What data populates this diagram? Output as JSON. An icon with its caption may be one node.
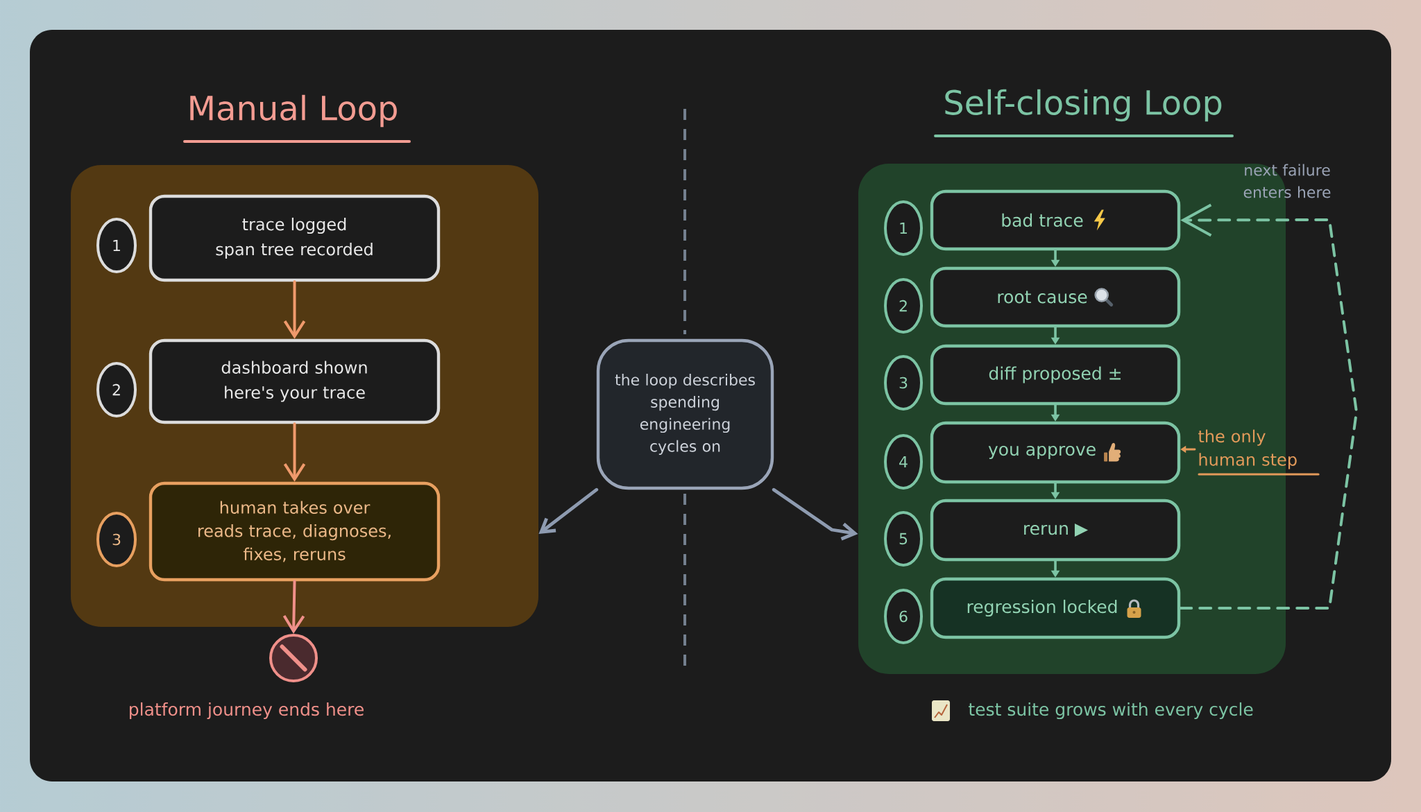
{
  "diagram": {
    "nodes": [
      {
        "text": [
          "Manual Loop"
        ]
      },
      {
        "text": [
          "1"
        ],
        "in": 0
      },
      {
        "text": [
          "trace logged",
          "span tree recorded"
        ],
        "in": 0
      },
      {
        "text": [
          "2"
        ],
        "in": 0
      },
      {
        "text": [
          "dashboard shown",
          "here's your trace"
        ],
        "in": 0
      },
      {
        "text": [
          "3"
        ],
        "in": 0
      },
      {
        "text": [
          "human takes over",
          "reads trace, diagnoses, fixes, reruns"
        ],
        "in": 0
      },
      {
        "text": [],
        "shape": "circle",
        "beside": [
          "platform journey ends here"
        ]
      },
      {
        "text": [
          "the loop describes spending engineering cycles on"
        ]
      },
      {
        "text": [
          "Self-closing Loop"
        ],
        "beside": [
          "test suite grows with every cycle"
        ]
      },
      {
        "text": [
          "1"
        ],
        "in": 9
      },
      {
        "text": [
          "bad trace"
        ],
        "in": 9
      },
      {
        "text": [
          "2"
        ],
        "in": 9
      },
      {
        "text": [
          "root cause"
        ],
        "in": 9
      },
      {
        "text": [
          "3"
        ],
        "in": 9
      },
      {
        "text": [
          "diff proposed ±"
        ],
        "in": 9
      },
      {
        "text": [
          "4"
        ],
        "in": 9
      },
      {
        "text": [
          "you approve"
        ],
        "in": 9
      },
      {
        "text": [
          "5"
        ],
        "in": 9
      },
      {
        "text": [
          "rerun ▶"
        ],
        "in": 9
      },
      {
        "text": [
          "6"
        ],
        "in": 9
      },
      {
        "text": [
          "regression locked"
        ],
        "in": 9
      },
      {
        "text": [
          "the only human step"
        ]
      }
    ],
    "edges": [
      {
        "from": 2,
        "to": 4,
        "arrow": "to",
        "color": "#f09a6c"
      },
      {
        "from": 4,
        "to": 6,
        "arrow": "to",
        "color": "#f09a6c"
      },
      {
        "from": 6,
        "to": 7,
        "arrow": "to",
        "color": "#f0908a"
      },
      {
        "from": 8,
        "to": 0,
        "arrow": "to",
        "color": "#8e9bb0"
      },
      {
        "from": 8,
        "to": 9,
        "arrow": "to",
        "color": "#8e9bb0"
      },
      {
        "from": 11,
        "to": 13,
        "arrow": "to"
      },
      {
        "from": 13,
        "to": 15,
        "arrow": "to"
      },
      {
        "from": 15,
        "to": 17,
        "arrow": "to"
      },
      {
        "from": 17,
        "to": 19,
        "arrow": "to"
      },
      {
        "from": 19,
        "to": 21,
        "arrow": "to"
      },
      {
        "from": 21,
        "to": 11,
        "arrow": "to",
        "label": "next failure enters here",
        "style": "dashed"
      },
      {
        "from": 22,
        "to": 17,
        "arrow": "to",
        "color": "#e39a5a"
      }
    ]
  }
}
